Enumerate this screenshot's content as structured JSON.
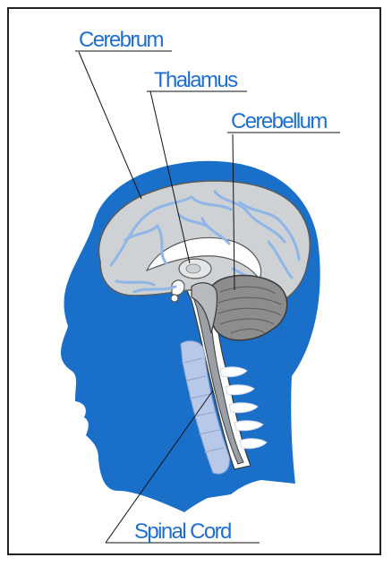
{
  "labels": {
    "cerebrum": "Cerebrum",
    "thalamus": "Thalamus",
    "cerebellum": "Cerebellum",
    "spinal_cord": "Spinal Cord"
  },
  "colors": {
    "label_text": "#1f6fd0",
    "head": "#1a6fc9",
    "brain_fill": "#cfd2d5",
    "brain_outline": "#5a5a5a",
    "vessels": "#8fb6e6",
    "cerebellum": "#8d8d8d",
    "vertebrae": "#b8c8e8",
    "leader_lines": "#111111"
  }
}
